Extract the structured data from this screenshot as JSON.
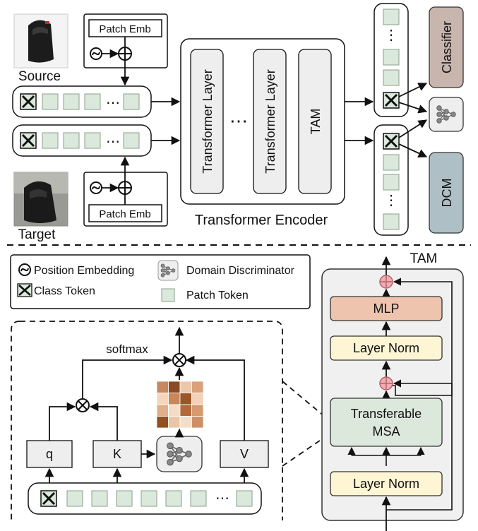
{
  "top": {
    "source_label": "Source",
    "target_label": "Target",
    "patch_emb_label": "Patch Emb",
    "encoder": {
      "layer1_label": "Transformer Layer",
      "dots": "⋯",
      "layer2_label": "Transformer Layer",
      "tam_label": "TAM",
      "caption": "Transformer Encoder"
    },
    "sequence_dots": "⋯",
    "output_dots": "⋮",
    "heads": {
      "classifier_label": "Classifier",
      "dcm_label": "DCM"
    }
  },
  "legend": {
    "position_embedding": "Position Embedding",
    "class_token": "Class Token",
    "domain_discriminator": "Domain Discriminator",
    "patch_token": "Patch Token"
  },
  "attention": {
    "q_label": "q",
    "k_label": "K",
    "v_label": "V",
    "softmax_label": "softmax",
    "sequence_dots": "⋯"
  },
  "tam_block": {
    "title": "TAM",
    "mlp_label": "MLP",
    "layer_norm_top_label": "Layer Norm",
    "msa_line1": "Transferable",
    "msa_line2": "MSA",
    "layer_norm_bottom_label": "Layer Norm"
  },
  "colors": {
    "token_fill": "#dbe8dc",
    "token_stroke": "#8aa08c",
    "classifier_fill": "#c7b5ae",
    "dcm_fill": "#aebfc5",
    "layer_fill": "#eeeeee",
    "mlp_fill": "#eec4ae",
    "layer_norm_fill": "#fdf5d3",
    "msa_fill": "#dde8dc",
    "adder_fill": "#eeadb2"
  },
  "heatmap": [
    [
      "#c7885f",
      "#8b4a23",
      "#ecc8ab",
      "#d9a07a"
    ],
    [
      "#f5d6bd",
      "#c88659",
      "#9a5529",
      "#f2d3b9"
    ],
    [
      "#e1b08a",
      "#f4dcc6",
      "#b5693b",
      "#d59a70"
    ],
    [
      "#91501e",
      "#eac6a5",
      "#f5dec8",
      "#cd8f66"
    ]
  ],
  "icons": {
    "position_embedding": "position-embedding-icon",
    "class_token": "class-token-icon",
    "domain_discriminator": "domain-discriminator-icon",
    "adder": "plus-circle-icon",
    "multiplier": "times-circle-icon",
    "source_image": "backpack-photo-icon",
    "target_image": "backpack-photo-icon"
  }
}
